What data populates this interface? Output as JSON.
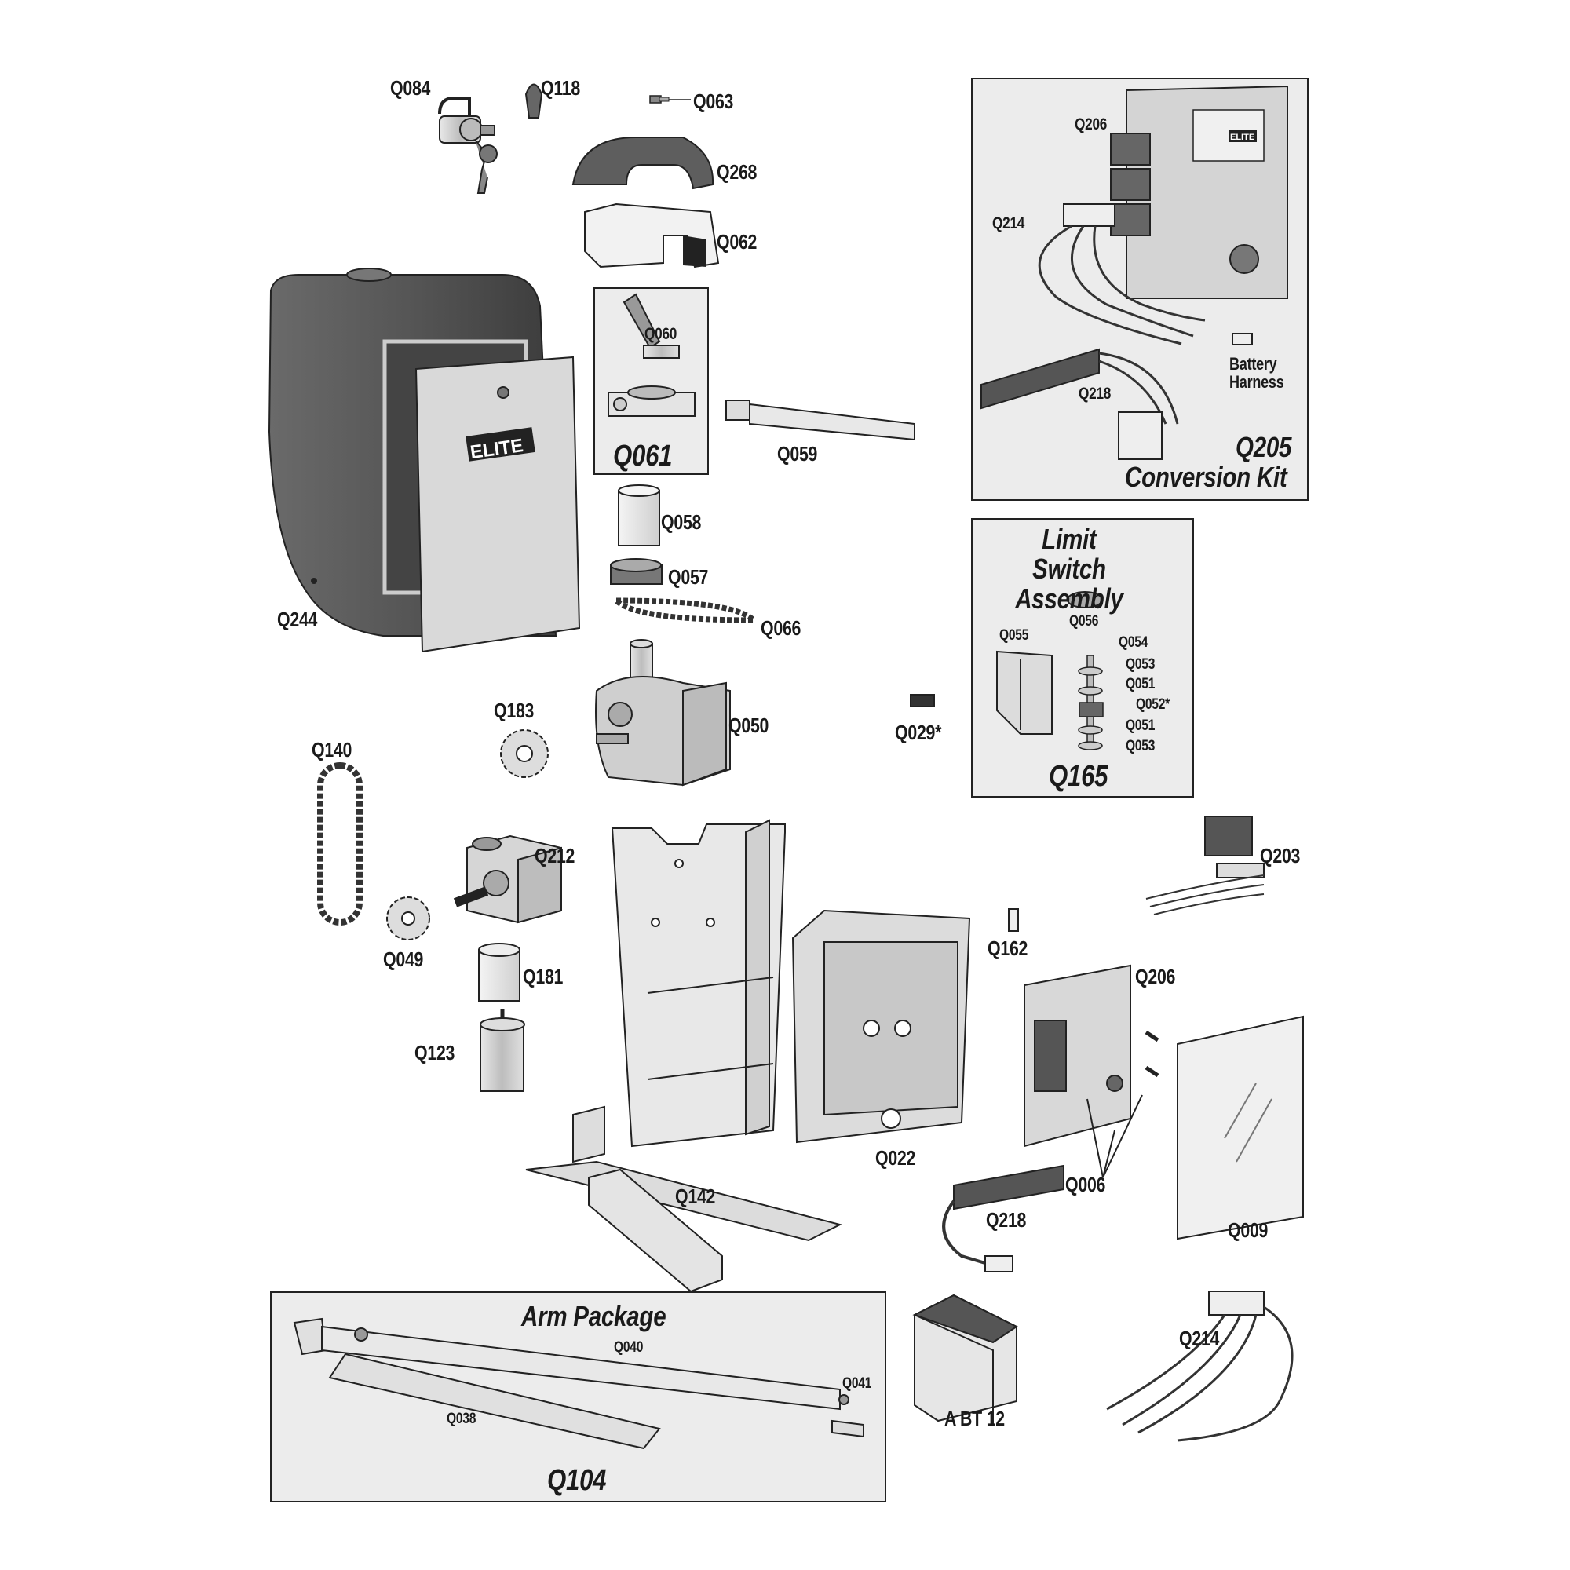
{
  "labels": {
    "q084": "Q084",
    "q118": "Q118",
    "q063": "Q063",
    "q268": "Q268",
    "q062": "Q062",
    "q244": "Q244",
    "q060": "Q060",
    "q061": "Q061",
    "q059": "Q059",
    "q058": "Q058",
    "q057": "Q057",
    "q066": "Q066",
    "q050": "Q050",
    "q183": "Q183",
    "q140": "Q140",
    "q212": "Q212",
    "q049": "Q049",
    "q181": "Q181",
    "q123": "Q123",
    "q142": "Q142",
    "q022": "Q022",
    "q029": "Q029*",
    "q162": "Q162",
    "q206b": "Q206",
    "q006": "Q006",
    "q009": "Q009",
    "q218b": "Q218",
    "q203": "Q203",
    "abt12": "A BT 12",
    "q214b": "Q214"
  },
  "conversion_kit": {
    "q206": "Q206",
    "q214": "Q214",
    "q218": "Q218",
    "battery_harness": "Battery Harness",
    "kit_number": "Q205",
    "kit_name": "Conversion Kit",
    "board_brand": "ELITE"
  },
  "limit_switch": {
    "title": "Limit Switch Assembly",
    "q056": "Q056",
    "q055": "Q055",
    "q054": "Q054",
    "q053a": "Q053",
    "q051a": "Q051",
    "q052": "Q052*",
    "q051b": "Q051",
    "q053b": "Q053",
    "assembly_number": "Q165"
  },
  "arm_package": {
    "title": "Arm Package",
    "q040": "Q040",
    "q041": "Q041",
    "q038": "Q038",
    "package_number": "Q104"
  },
  "cover_brand": "ELITE",
  "colors": {
    "ink": "#1a1a1a",
    "panel_bg": "#ececec",
    "housing_dark": "#5a5a5a",
    "part_light": "#e6e6e6"
  }
}
